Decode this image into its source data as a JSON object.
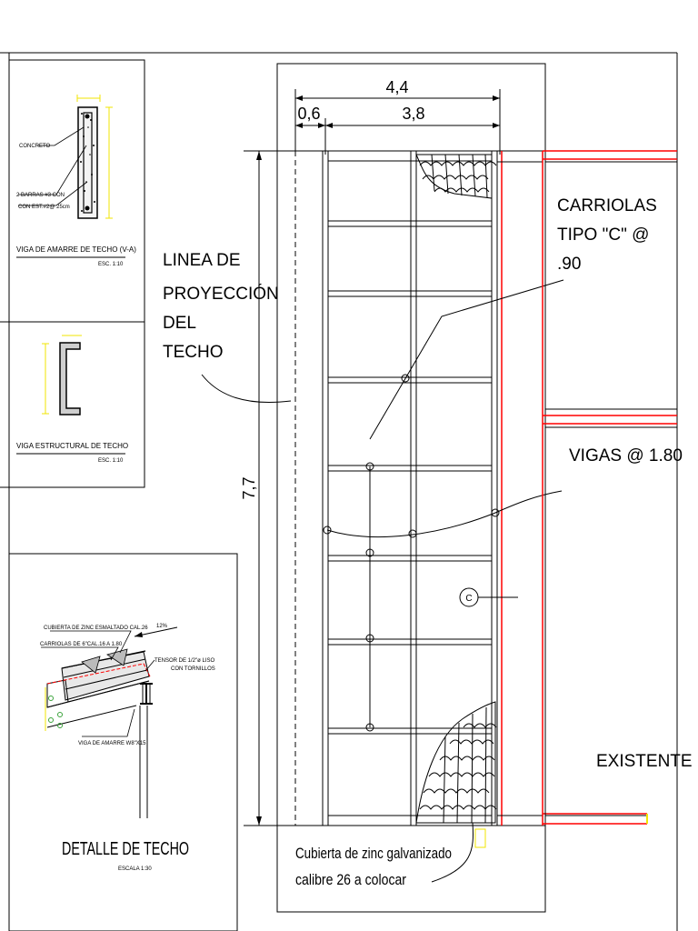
{
  "plan": {
    "dim_total": "4,4",
    "dim_overhang": "0,6",
    "dim_inner": "3,8",
    "dim_height": "7,7",
    "label_projection": [
      "LINEA DE",
      "PROYECCIÓN",
      "DEL",
      "TECHO"
    ],
    "label_carriolas": [
      "CARRIOLAS",
      "TIPO \"C\" @",
      ".90"
    ],
    "label_vigas": "VIGAS  @ 1.80",
    "label_existente": "EXISTENTE",
    "marker_c": "C",
    "label_cubierta": [
      "Cubierta de zinc galvanizado",
      "calibre 26 a colocar"
    ]
  },
  "detail_viga_amarre": {
    "title": "VIGA DE AMARRE DE TECHO  (V-A)",
    "scale": "ESC. 1:10",
    "note_concreto": "CONCRETO",
    "note_bars_1": "2 BARRAS #3 CON",
    "note_bars_2": "CON EST.#2@ 25cm"
  },
  "detail_viga_estructural": {
    "title": "VIGA ESTRUCTURAL DE TECHO",
    "scale": "ESC. 1:10"
  },
  "detail_techo": {
    "title": "DETALLE DE TECHO",
    "scale": "ESCALA 1:30",
    "slope": "12%",
    "note_cubierta": "CUBIERTA DE ZINC ESMALTADO CAL.26",
    "note_carriolas": "CARRIOLAS DE 6\"CAL.16 A 1.80",
    "note_tensor_1": "TENSOR DE 1/2\"ø LISO",
    "note_tensor_2": "CON TORNILLOS",
    "note_viga": "VIGA DE AMARRE W8\"X15"
  },
  "colors": {
    "line": "#000000",
    "red": "#ff0000",
    "yellow": "#f2e600"
  }
}
